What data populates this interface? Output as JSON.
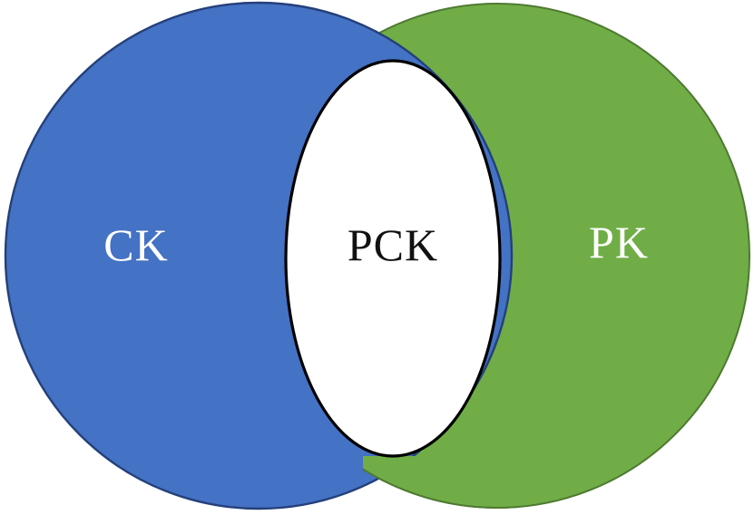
{
  "diagram": {
    "type": "venn",
    "background": "#FFFFFF",
    "regions": [
      {
        "id": "left-circle",
        "label": "CK",
        "fill": "#4472C4",
        "border": "#24407A",
        "text_color": "#FFFFFF"
      },
      {
        "id": "intersection",
        "label": "PCK",
        "fill": "#FFFFFF",
        "border": "#000000",
        "text_color": "#111111"
      },
      {
        "id": "right-circle",
        "label": "PK",
        "fill": "#70AD47",
        "border": "#4E7A31",
        "text_color": "#FFFFFF"
      }
    ]
  }
}
